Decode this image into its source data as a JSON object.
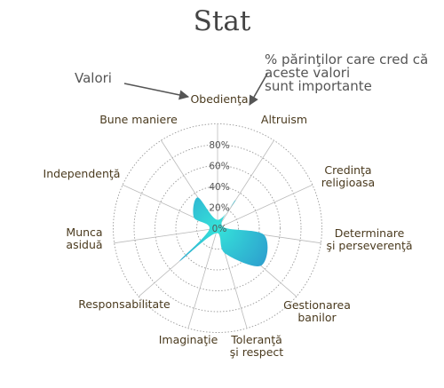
{
  "chart_data": {
    "type": "radar",
    "title": "Stat",
    "rlim": [
      0,
      100
    ],
    "ticks": [
      "0%",
      "20%",
      "40%",
      "60%",
      "80%"
    ],
    "categories": [
      [
        "Obedienţa"
      ],
      [
        "Altruism"
      ],
      [
        "Credinţa",
        "religioasa"
      ],
      [
        "Determinare",
        "şi perseverenţă"
      ],
      [
        "Gestionarea",
        "banilor"
      ],
      [
        "Toleranţă",
        "şi respect"
      ],
      [
        "Imaginaţie"
      ],
      [
        "Responsabilitate"
      ],
      [
        "Munca",
        "asiduă"
      ],
      [
        "Independenţă"
      ],
      [
        "Bune maniere"
      ]
    ],
    "series": [
      {
        "values": [
          8,
          32,
          5,
          45,
          55,
          25,
          5,
          48,
          8,
          25,
          35
        ]
      }
    ],
    "annotations": [
      {
        "text": [
          "Valori"
        ]
      },
      {
        "text": [
          "% părinţilor care cred că",
          "aceste valori",
          "sunt importante"
        ]
      }
    ],
    "colors": {
      "fill_outer": "#2a84c9",
      "fill_inner": "#35e3da",
      "grid": "#999999",
      "label": "#4a3a1e"
    }
  }
}
